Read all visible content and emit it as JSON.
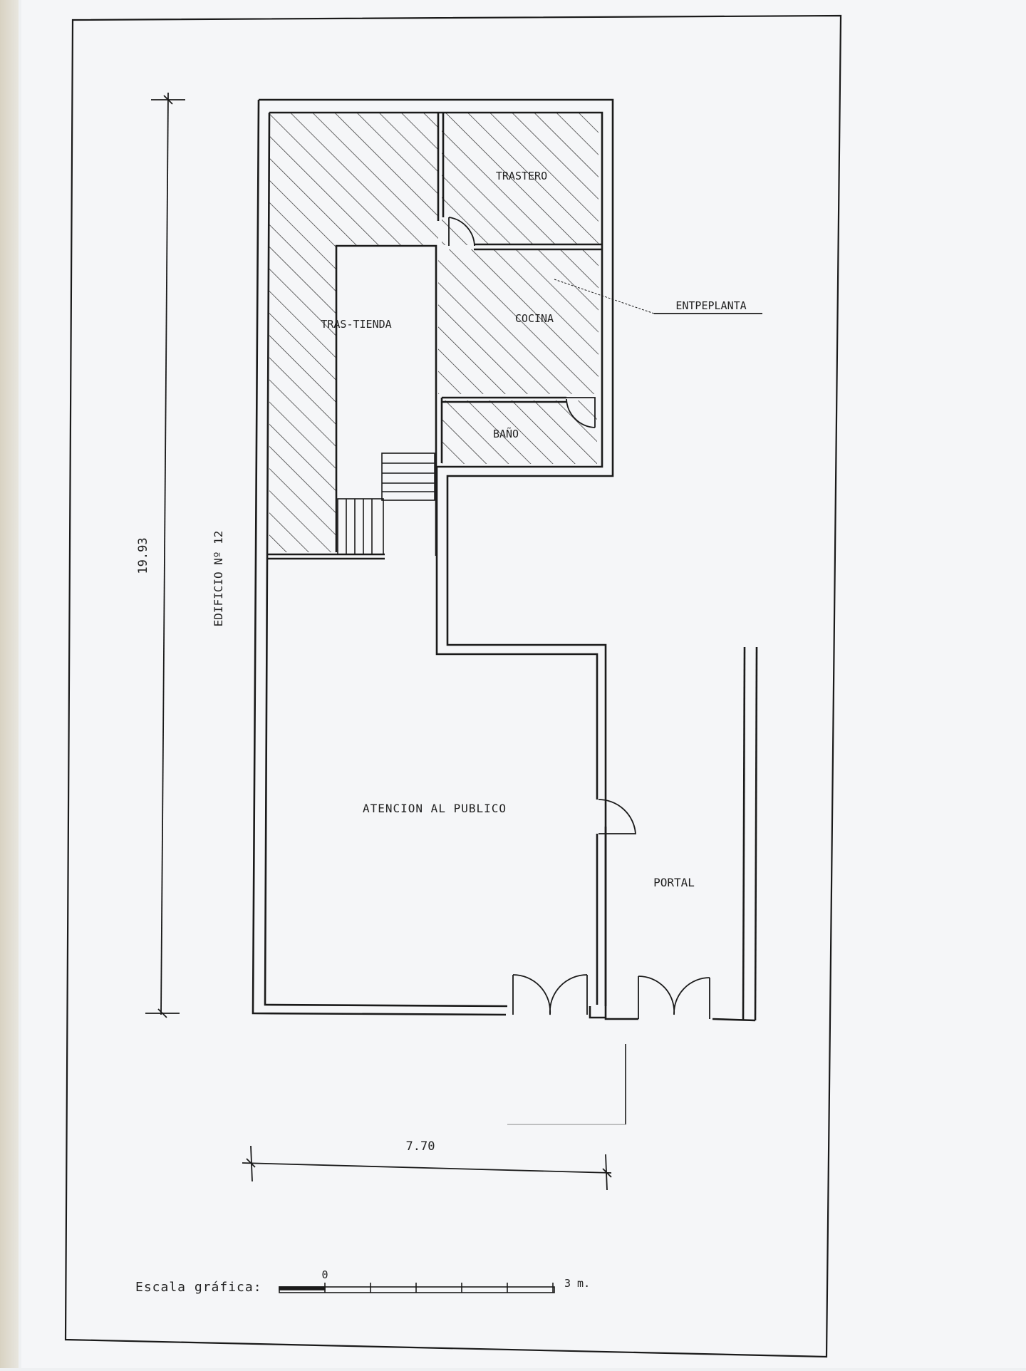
{
  "plan": {
    "rooms": {
      "trastero": "TRASTERO",
      "tras_tienda": "TRAS-TIENDA",
      "cocina": "COCINA",
      "bano": "BAÑO",
      "atencion": "ATENCION AL PUBLICO",
      "portal": "PORTAL"
    },
    "annotations": {
      "entreplanta": "ENTPEPLANTA",
      "edificio": "EDIFICIO Nº 12"
    },
    "dimensions": {
      "height": "19.93",
      "width": "7.70"
    },
    "scale": {
      "label": "Escala gráfica:",
      "start": "0",
      "end": "3 m."
    }
  },
  "colors": {
    "line": "#1a1a1a",
    "hatch": "#2a2a2a",
    "paper": "#f5f6f8"
  }
}
